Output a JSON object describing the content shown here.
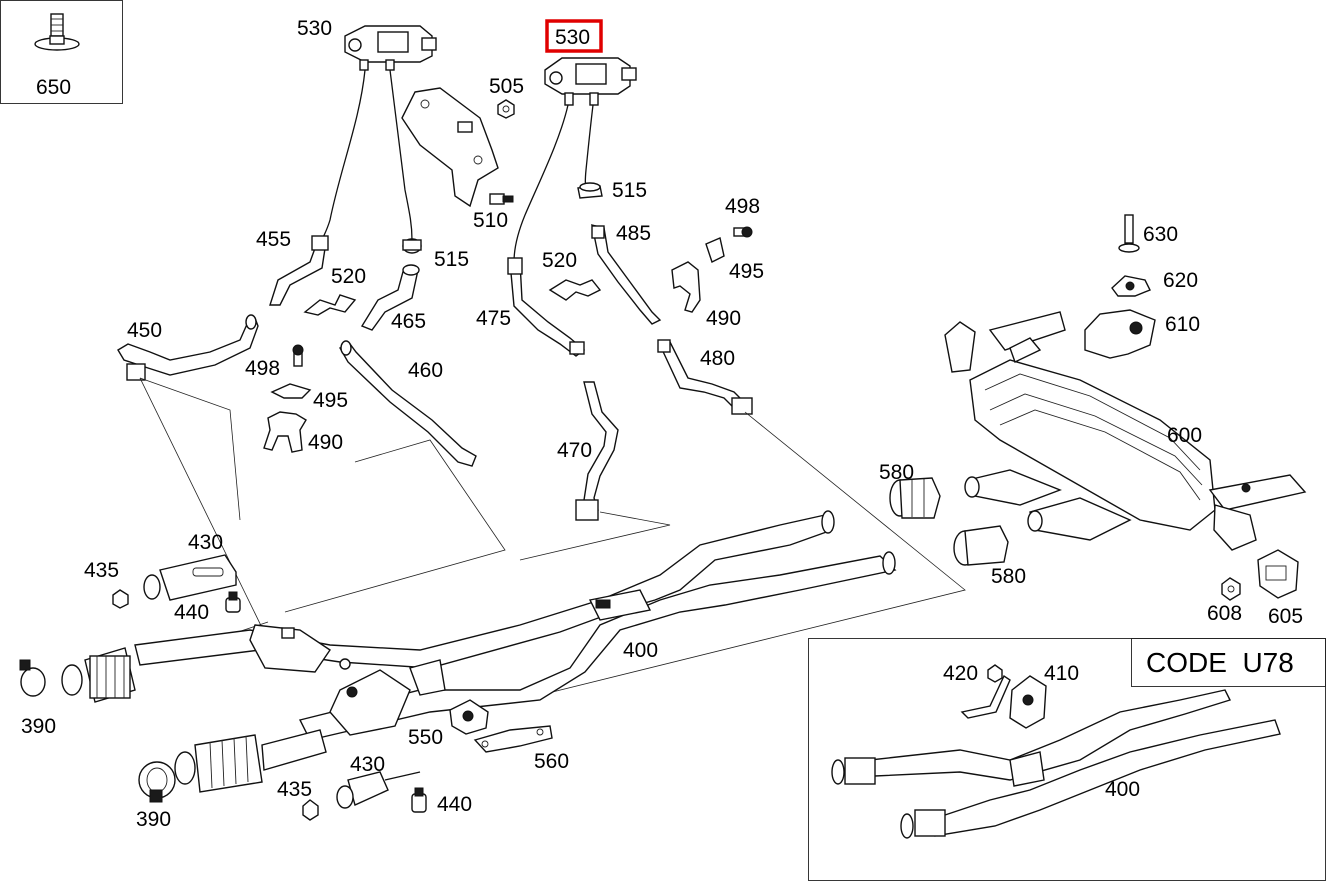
{
  "diagram": {
    "callouts": {
      "c650": "650",
      "c530a": "530",
      "c530b": "530",
      "c505": "505",
      "c515a": "515",
      "c515b": "515",
      "c510": "510",
      "c455": "455",
      "c520a": "520",
      "c520b": "520",
      "c465": "465",
      "c475": "475",
      "c485": "485",
      "c498a": "498",
      "c495a": "495",
      "c490a": "490",
      "c450": "450",
      "c498b": "498",
      "c495b": "495",
      "c490b": "490",
      "c460": "460",
      "c480": "480",
      "c470": "470",
      "c630": "630",
      "c620": "620",
      "c610": "610",
      "c600": "600",
      "c580a": "580",
      "c580b": "580",
      "c608": "608",
      "c605": "605",
      "c430a": "430",
      "c435a": "435",
      "c440a": "440",
      "c400a": "400",
      "c390a": "390",
      "c390b": "390",
      "c550": "550",
      "c560": "560",
      "c430b": "430",
      "c435b": "435",
      "c440b": "440",
      "c420": "420",
      "c410": "410",
      "c400b": "400"
    },
    "inset_title": "CODE  U78",
    "highlight_color": "#e00000"
  }
}
